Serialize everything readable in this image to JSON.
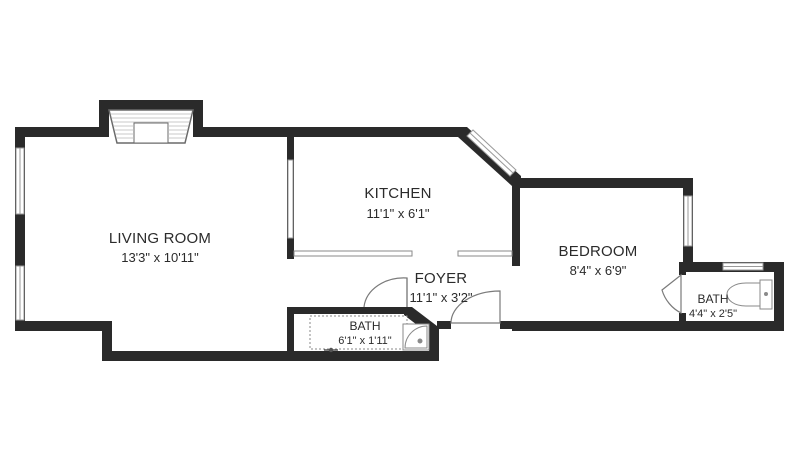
{
  "colors": {
    "wall": "#2a2a2a",
    "window": "#ffffff",
    "window_line": "#9a9a9a",
    "fixture_line": "#8a8a8a",
    "text": "#2b2b2b"
  },
  "rooms": {
    "living_room": {
      "name": "LIVING ROOM",
      "dims": "13'3\" x 10'11\""
    },
    "kitchen": {
      "name": "KITCHEN",
      "dims": "11'1\" x 6'1\""
    },
    "foyer": {
      "name": "FOYER",
      "dims": "11'1\" x 3'2\""
    },
    "bedroom": {
      "name": "BEDROOM",
      "dims": "8'4\" x 6'9\""
    },
    "bath_1": {
      "name": "BATH",
      "dims": "6'1\" x 1'11\""
    },
    "bath_2": {
      "name": "BATH",
      "dims": "4'4\" x 2'5\""
    }
  }
}
